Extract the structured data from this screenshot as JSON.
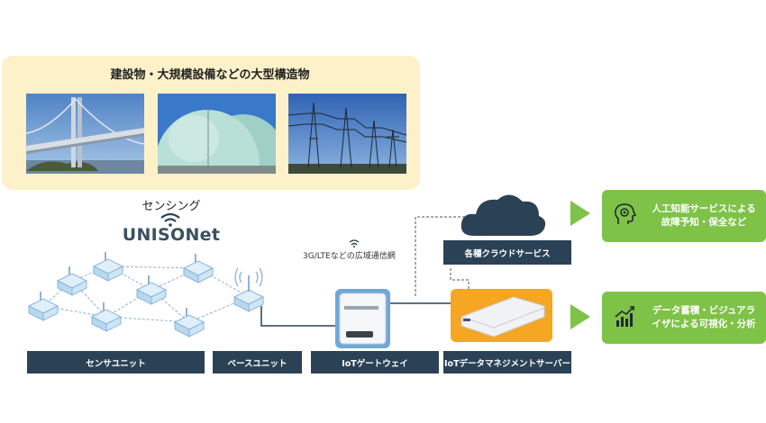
{
  "top": {
    "title": "建設物・大規模設備などの大型構造物"
  },
  "sensing": {
    "label": "センシング",
    "brand": "UNISONet"
  },
  "wan_label": "3G/LTEなどの広域通信網",
  "labels": {
    "sensor_unit": "センサユニット",
    "base_unit": "ベースユニット",
    "gateway": "IoTゲートウェイ",
    "server": "IoTデータマネジメントサーバー",
    "cloud": "各種クラウドサービス"
  },
  "outputs": {
    "ai": [
      "人工知能サービスによる",
      "故障予知・保全など"
    ],
    "viz": [
      "データ蓄積・ビジュアラ",
      "イザによる可視化・分析"
    ]
  },
  "colors": {
    "panel_bg": "#fdf1c9",
    "bar": "#2b4256",
    "green": "#7ec247",
    "server_orange": "#f5a623",
    "gateway_blue": "#6fa7d8",
    "link_blue": "#8db3d9"
  }
}
